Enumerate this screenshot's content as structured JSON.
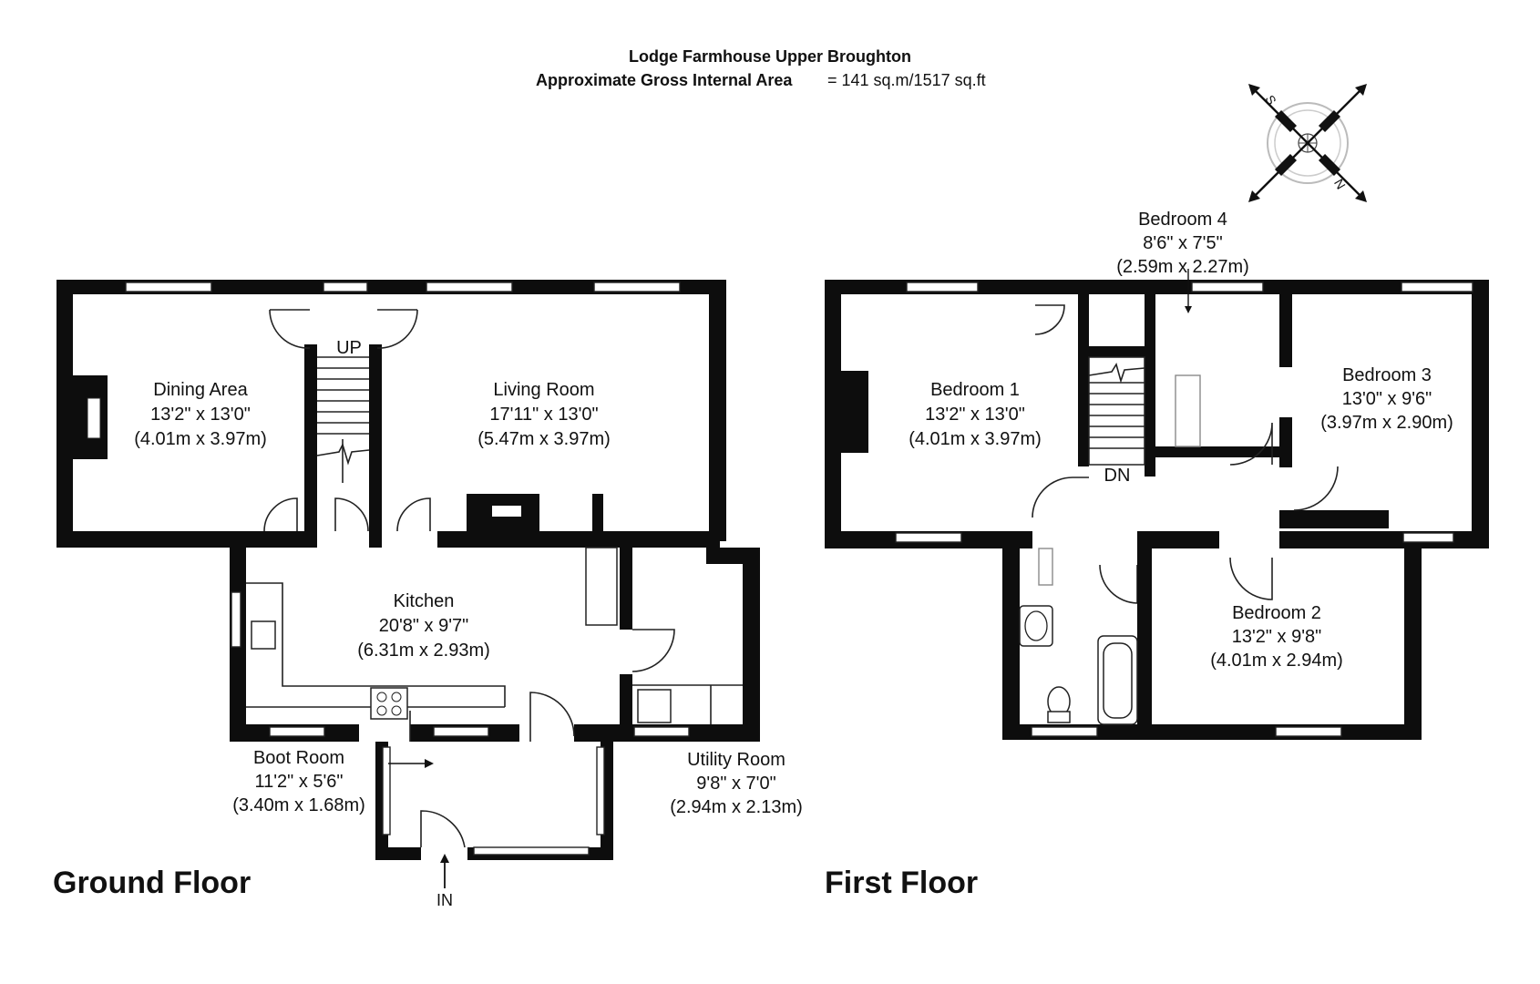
{
  "header": {
    "property": "Lodge Farmhouse Upper Broughton",
    "area_label": "Approximate Gross Internal Area",
    "area_value": "= 141 sq.m/1517 sq.ft"
  },
  "compass": {
    "labels": [
      "S",
      "N"
    ]
  },
  "ground_floor": {
    "label": "Ground Floor",
    "stairs_label": "UP",
    "entrance_label": "IN",
    "rooms": [
      {
        "name": "Dining Area",
        "imperial": "13'2\" x 13'0\"",
        "metric": "(4.01m x 3.97m)"
      },
      {
        "name": "Living Room",
        "imperial": "17'11\" x 13'0\"",
        "metric": "(5.47m x 3.97m)"
      },
      {
        "name": "Kitchen",
        "imperial": "20'8\" x 9'7\"",
        "metric": "(6.31m x 2.93m)"
      },
      {
        "name": "Boot Room",
        "imperial": "11'2\" x 5'6\"",
        "metric": "(3.40m x 1.68m)"
      },
      {
        "name": "Utility Room",
        "imperial": "9'8\" x 7'0\"",
        "metric": "(2.94m x 2.13m)"
      }
    ]
  },
  "first_floor": {
    "label": "First Floor",
    "stairs_label": "DN",
    "rooms": [
      {
        "name": "Bedroom 4",
        "imperial": "8'6\" x 7'5\"",
        "metric": "(2.59m x 2.27m)"
      },
      {
        "name": "Bedroom 1",
        "imperial": "13'2\" x 13'0\"",
        "metric": "(4.01m x 3.97m)"
      },
      {
        "name": "Bedroom 3",
        "imperial": "13'0\" x 9'6\"",
        "metric": "(3.97m x 2.90m)"
      },
      {
        "name": "Bedroom 2",
        "imperial": "13'2\" x 9'8\"",
        "metric": "(4.01m x 2.94m)"
      }
    ]
  }
}
